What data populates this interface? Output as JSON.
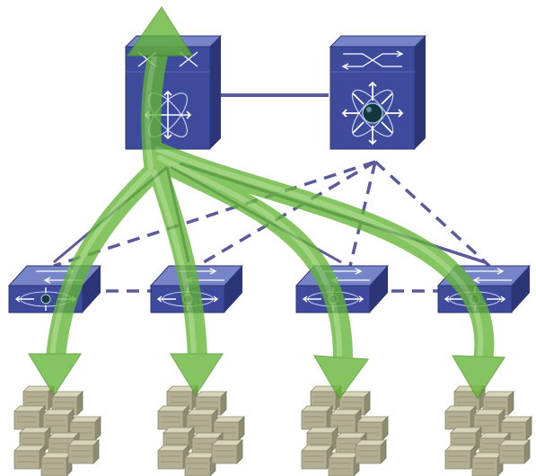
{
  "diagram": {
    "nodes": {
      "core_switch_left": {
        "icon": "multilayer-switch-icon"
      },
      "core_switch_right": {
        "icon": "multilayer-switch-icon"
      },
      "access_switches": [
        {
          "icon": "layer3-switch-icon"
        },
        {
          "icon": "layer3-switch-icon"
        },
        {
          "icon": "layer3-switch-icon"
        },
        {
          "icon": "layer3-switch-icon"
        }
      ],
      "server_clusters": [
        {
          "icon": "server-stack-icon"
        },
        {
          "icon": "server-stack-icon"
        },
        {
          "icon": "server-stack-icon"
        },
        {
          "icon": "server-stack-icon"
        }
      ]
    },
    "links": {
      "solid": "active-link",
      "dashed": "standby-link"
    },
    "flows": {
      "arrow_icon": "traffic-flow-arrow",
      "count": 5
    },
    "colors": {
      "device_face": "#3d4a99",
      "device_top": "#7280c4",
      "device_side": "#2c3676",
      "link": "#5a5a9c",
      "flow_arrow": "#6ab83a",
      "server_box": "#b0ab8f",
      "server_top": "#d6d2b8",
      "server_side": "#8a8670"
    }
  }
}
